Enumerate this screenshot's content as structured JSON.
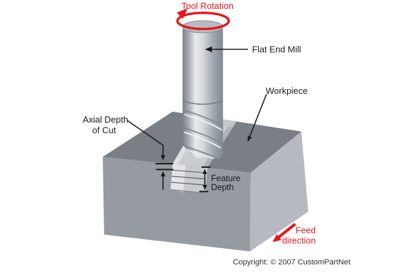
{
  "diagram": {
    "labels": {
      "tool_rotation": "Tool Rotation",
      "flat_end_mill": "Flat End Mill",
      "workpiece": "Workpiece",
      "axial_depth_1": "Axial Depth",
      "axial_depth_2": "of Cut",
      "feature_depth_1": "Feature",
      "feature_depth_2": "Depth",
      "feed_1": "Feed",
      "feed_2": "direction",
      "copyright": "Copyright: © 2007 CustomPartNet"
    },
    "colors": {
      "annotation_red": "#e8151b",
      "label_black": "#1a1a1a",
      "workpiece_top_face": "#7a7f86",
      "workpiece_front_face": "#969ba2",
      "workpiece_right_face": "#b6bac0",
      "cut_surface_light": "#c9cdd2",
      "cut_wall_bright": "#e2e4e7",
      "tool_highlight": "#e8eaed",
      "background": "#ffffff"
    }
  }
}
